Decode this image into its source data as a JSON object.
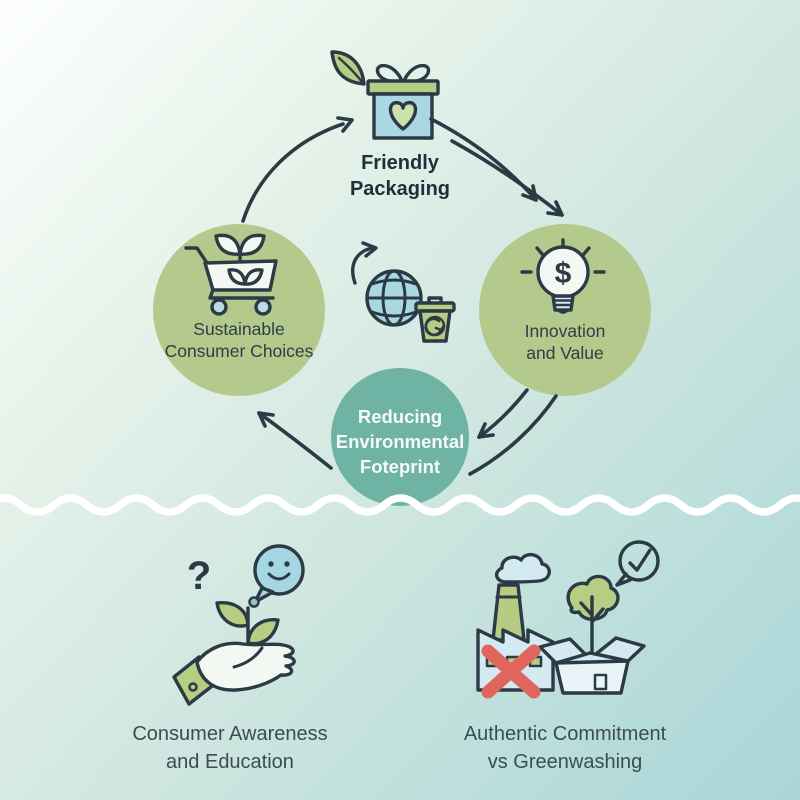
{
  "palette": {
    "ink": "#2b3a44",
    "text_dark": "#33434c",
    "title_dark": "#1f2e37",
    "circle_green": "#b4c98c",
    "circle_teal": "#6fb3a4",
    "leaf_green": "#b6ce84",
    "leaf_light": "#cbe2ac",
    "light_blue": "#a9d8e2",
    "pale_blue": "#d3ebf0",
    "icon_white": "#f4f8f2",
    "wheel_blue": "#bcdae4",
    "bubble_blue": "#a5d6e3",
    "bin_green": "#b6cc83",
    "box_face": "#e8f4f7",
    "red_x": "#e0655c",
    "teal_dot": "#93cabe",
    "white": "#ffffff",
    "bg_a": "#fdfffd",
    "bg_b": "#e6f2ea",
    "bg_c": "#cde6df",
    "bg_d": "#a9d6d8"
  },
  "cycle": {
    "top": {
      "lines": [
        "Friendly",
        "Packaging"
      ],
      "icon": "gift-eco-packaging"
    },
    "left": {
      "lines": [
        "Sustainable",
        "Consumer Choices"
      ],
      "icon": "cart-with-plant"
    },
    "right": {
      "lines": [
        "Innovation",
        "and Value"
      ],
      "icon": "lightbulb-dollar"
    },
    "bottom": {
      "lines": [
        "Reducing",
        "Environmental",
        "Foteprint"
      ]
    },
    "center_icon": "globe-recycle-bin"
  },
  "glyphs": {
    "question": "?",
    "dollar": "$"
  },
  "sections": {
    "awareness": {
      "lines": [
        "Consumer Awareness",
        "and Education"
      ],
      "icon": "hand-holding-seedling"
    },
    "authenticity": {
      "lines": [
        "Authentic Commitment",
        "vs Greenwashing"
      ],
      "icon": "factory-x-vs-tree-box"
    }
  }
}
